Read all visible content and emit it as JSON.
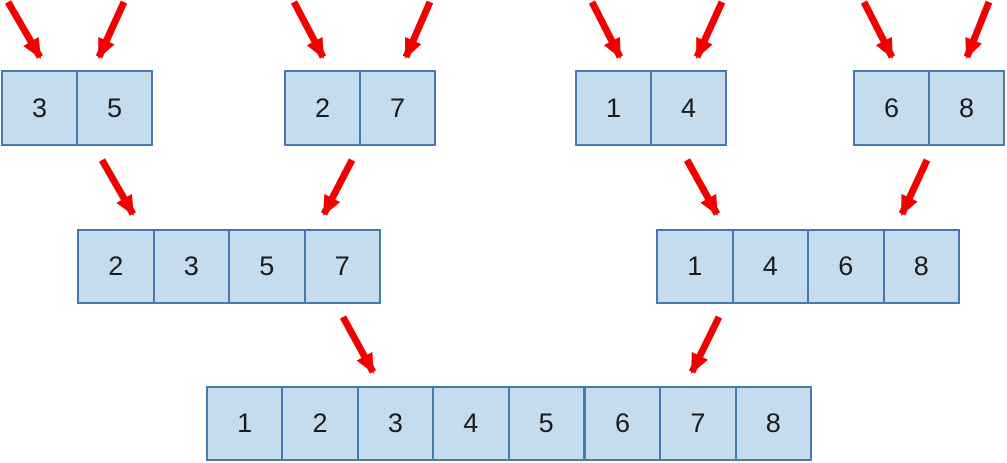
{
  "colors": {
    "cell_fill": "#c5dcef",
    "cell_border": "#4878b0",
    "arrow": "#f20000",
    "digit": "#1b1b1b"
  },
  "diagram": {
    "top_pairs": [
      {
        "values": [
          "3",
          "5"
        ]
      },
      {
        "values": [
          "2",
          "7"
        ]
      },
      {
        "values": [
          "1",
          "4"
        ]
      },
      {
        "values": [
          "6",
          "8"
        ]
      }
    ],
    "middle_groups": [
      {
        "values": [
          "2",
          "3",
          "5",
          "7"
        ]
      },
      {
        "values": [
          "1",
          "4",
          "6",
          "8"
        ]
      }
    ],
    "bottom_row": {
      "values": [
        "1",
        "2",
        "3",
        "4",
        "5",
        "6",
        "7",
        "8"
      ]
    }
  }
}
